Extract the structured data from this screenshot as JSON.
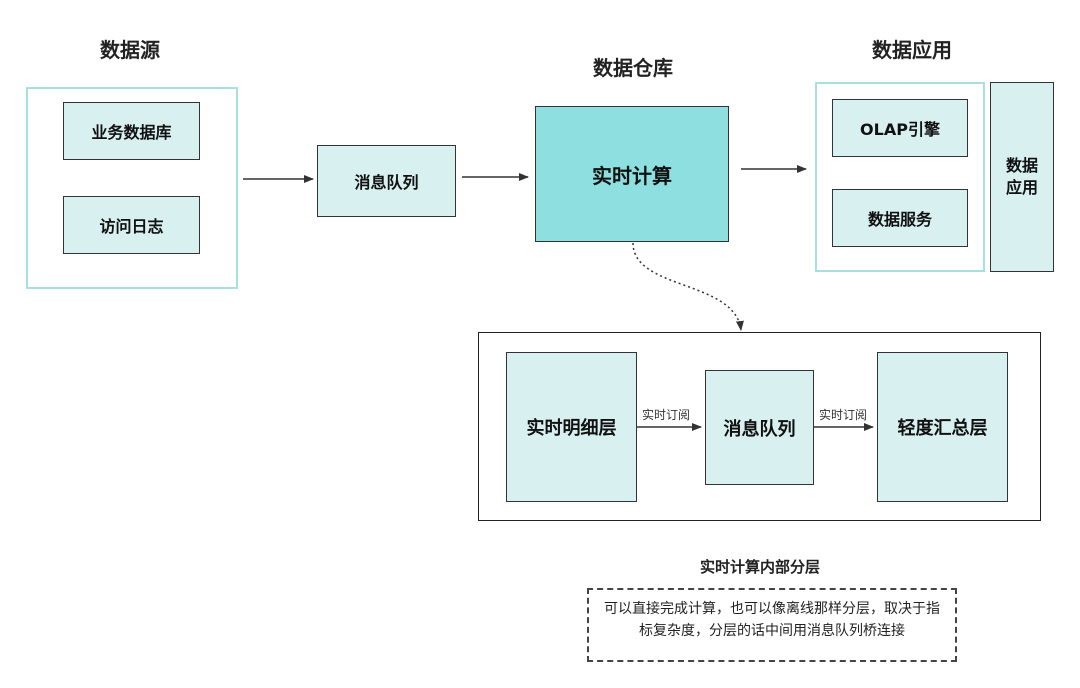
{
  "sections": {
    "source_title": "数据源",
    "warehouse_title": "数据仓库",
    "application_title": "数据应用"
  },
  "nodes": {
    "business_db": "业务数据库",
    "access_log": "访问日志",
    "message_queue": "消息队列",
    "realtime_compute": "实时计算",
    "olap_engine": "OLAP引擎",
    "data_service": "数据服务",
    "data_application": "数据\n应用"
  },
  "layers": {
    "detail_layer": "实时明细层",
    "inner_queue": "消息队列",
    "summary_layer": "轻度汇总层",
    "edge_label_1": "实时订阅",
    "edge_label_2": "实时订阅"
  },
  "caption": {
    "title": "实时计算内部分层",
    "note": "可以直接完成计算，也可以像离线那样分层，取决于指标复杂度，分层的话中间用消息队列桥连接"
  },
  "colors": {
    "box_fill": "#d8f0f0",
    "highlight_fill": "#8ee0e0",
    "group_border": "#a8e0e0"
  }
}
